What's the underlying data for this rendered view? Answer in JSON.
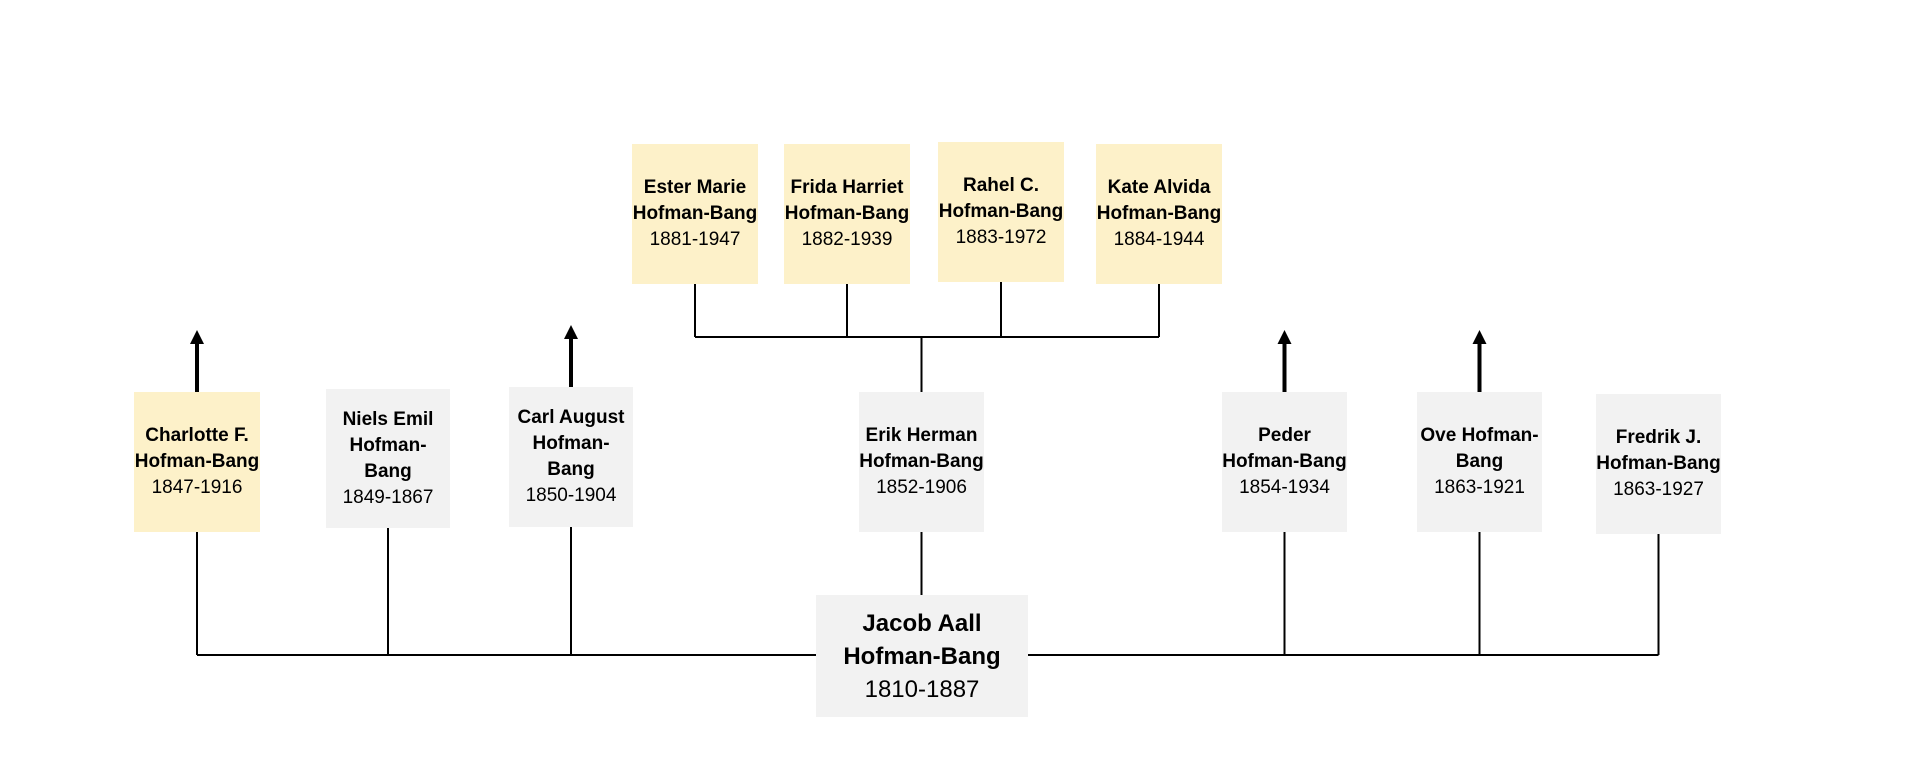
{
  "colors": {
    "female_fill": "#fdf1c9",
    "male_fill": "#f2f2f2",
    "line": "#000000"
  },
  "root": {
    "name": "Jacob Aall Hofman-Bang",
    "years": "1810-1887",
    "fill": "male"
  },
  "children": [
    {
      "id": "charlotte",
      "name": "Charlotte F. Hofman-Bang",
      "years": "1847-1916",
      "fill": "female",
      "has_ancestry_arrow": true
    },
    {
      "id": "niels",
      "name": "Niels Emil Hofman-Bang",
      "years": "1849-1867",
      "fill": "male",
      "has_ancestry_arrow": false
    },
    {
      "id": "carl",
      "name": "Carl August Hofman-Bang",
      "years": "1850-1904",
      "fill": "male",
      "has_ancestry_arrow": true
    },
    {
      "id": "erik",
      "name": "Erik Herman Hofman-Bang",
      "years": "1852-1906",
      "fill": "male",
      "has_ancestry_arrow": false
    },
    {
      "id": "peder",
      "name": "Peder Hofman-Bang",
      "years": "1854-1934",
      "fill": "male",
      "has_ancestry_arrow": true
    },
    {
      "id": "ove",
      "name": "Ove Hofman-Bang",
      "years": "1863-1921",
      "fill": "male",
      "has_ancestry_arrow": true
    },
    {
      "id": "fredrik",
      "name": "Fredrik J. Hofman-Bang",
      "years": "1863-1927",
      "fill": "male",
      "has_ancestry_arrow": false
    }
  ],
  "grandchildren": [
    {
      "id": "ester",
      "name": "Ester Marie Hofman-Bang",
      "years": "1881-1947",
      "fill": "female"
    },
    {
      "id": "frida",
      "name": "Frida Harriet Hofman-Bang",
      "years": "1882-1939",
      "fill": "female"
    },
    {
      "id": "rahel",
      "name": "Rahel C. Hofman-Bang",
      "years": "1883-1972",
      "fill": "female"
    },
    {
      "id": "kate",
      "name": "Kate Alvida Hofman-Bang",
      "years": "1884-1944",
      "fill": "female"
    }
  ]
}
